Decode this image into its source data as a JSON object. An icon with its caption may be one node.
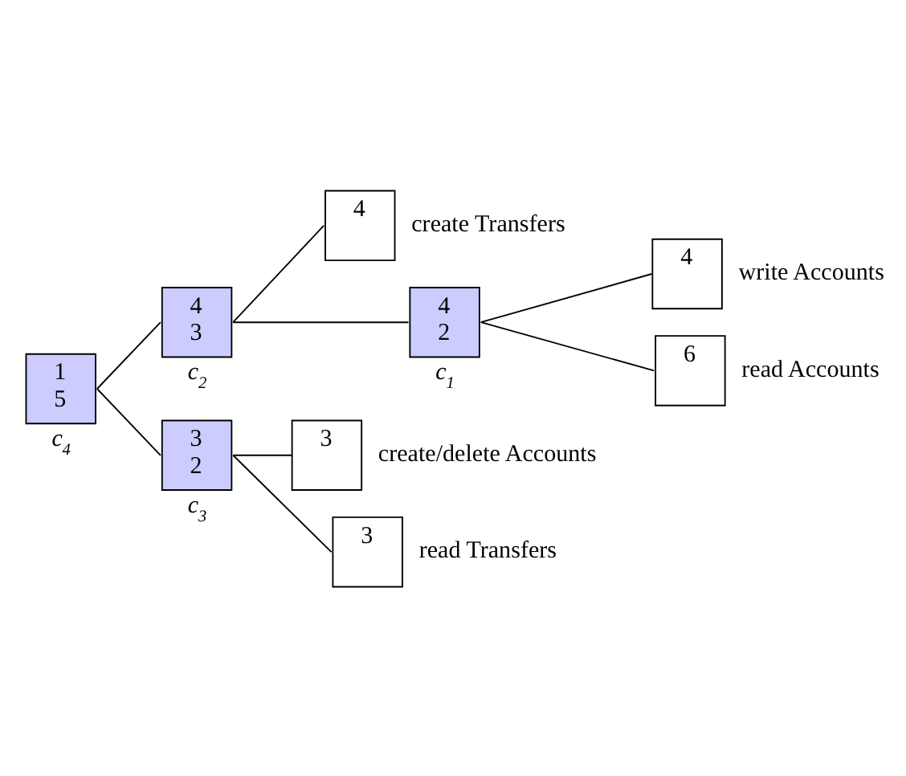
{
  "diagram": {
    "nodes": [
      {
        "text": [
          "1",
          "5"
        ],
        "beside": [
          "c$_{4}$"
        ]
      },
      {
        "text": [
          "4",
          "3"
        ],
        "beside": [
          "c$_{2}$"
        ]
      },
      {
        "text": [
          "4"
        ],
        "beside": [
          "create Transfers"
        ]
      },
      {
        "text": [
          "4",
          "2"
        ],
        "beside": [
          "c$_{1}$"
        ]
      },
      {
        "text": [
          "4"
        ],
        "beside": [
          "write Accounts"
        ]
      },
      {
        "text": [
          "6"
        ],
        "beside": [
          "read Accounts"
        ]
      },
      {
        "text": [
          "3",
          "2"
        ],
        "beside": [
          "c$_{3}$"
        ]
      },
      {
        "text": [
          "3"
        ],
        "beside": [
          "create/delete Accounts"
        ]
      },
      {
        "text": [
          "3"
        ],
        "beside": [
          "read Transfers"
        ]
      }
    ],
    "edges": [
      {
        "from": 0,
        "to": 1,
        "arrow": "none"
      },
      {
        "from": 1,
        "to": 2,
        "arrow": "none"
      },
      {
        "from": 1,
        "to": 3,
        "arrow": "none"
      },
      {
        "from": 3,
        "to": 4,
        "arrow": "none"
      },
      {
        "from": 3,
        "to": 5,
        "arrow": "none"
      },
      {
        "from": 0,
        "to": 6,
        "arrow": "none"
      },
      {
        "from": 6,
        "to": 7,
        "arrow": "none"
      },
      {
        "from": 6,
        "to": 8,
        "arrow": "none"
      }
    ]
  }
}
